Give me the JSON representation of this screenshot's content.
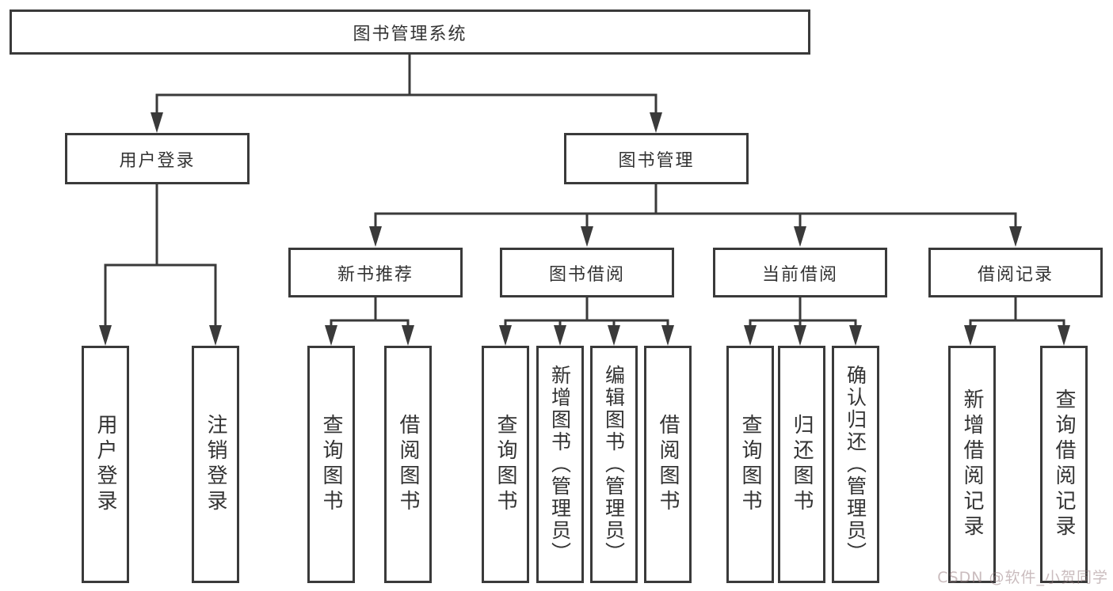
{
  "diagram": {
    "root": "图书管理系统",
    "level2": {
      "user_login": "用户登录",
      "book_management": "图书管理"
    },
    "level3": {
      "new_book_recommend": "新书推荐",
      "book_borrowing": "图书借阅",
      "current_borrowing": "当前借阅",
      "borrowing_records": "借阅记录"
    },
    "leaves": {
      "login_1": "用户登录",
      "login_2": "注销登录",
      "recommend_1": "查询图书",
      "recommend_2": "借阅图书",
      "borrow_1": "查询图书",
      "borrow_2": "新增图书（管理员）",
      "borrow_3": "编辑图书（管理员）",
      "borrow_4": "借阅图书",
      "current_1": "查询图书",
      "current_2": "归还图书",
      "current_3": "确认归还（管理员）",
      "records_1": "新增借阅记录",
      "records_2": "查询借阅记录"
    }
  },
  "watermark": "CSDN @软件_小贺同学",
  "colors": {
    "line": "#3a3a3a",
    "text": "#333333",
    "background": "#ffffff",
    "watermark": "#c9b4b7"
  }
}
